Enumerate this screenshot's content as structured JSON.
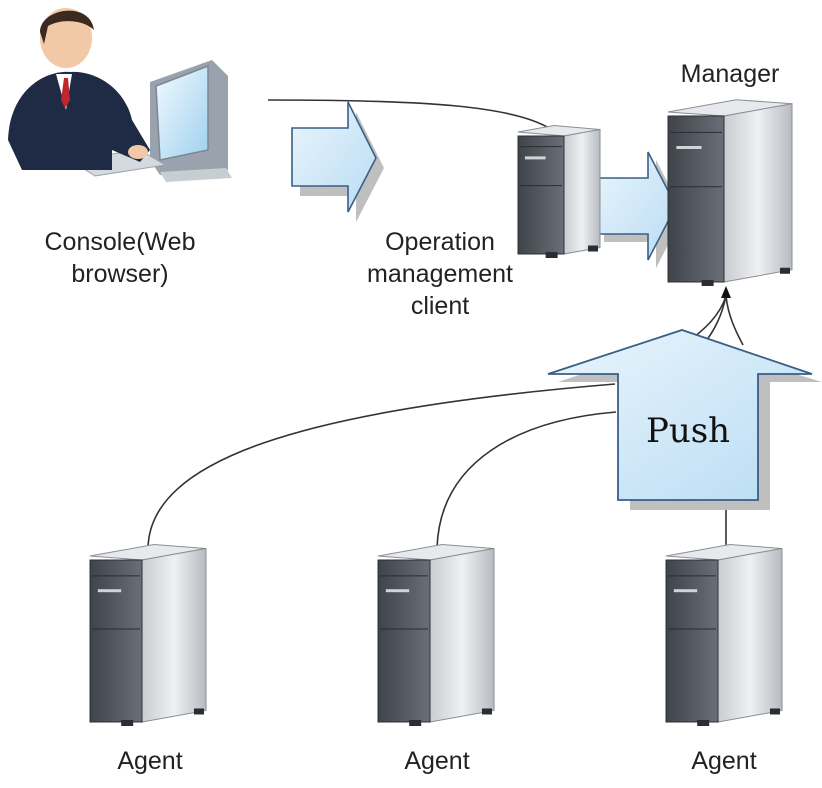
{
  "labels": {
    "console": [
      "Console(Web",
      "browser)"
    ],
    "client": [
      "Operation",
      "management",
      "client"
    ],
    "manager": "Manager",
    "push": "Push",
    "agents": [
      "Agent",
      "Agent",
      "Agent"
    ]
  },
  "colors": {
    "arrow_fill": "#cfe6f7",
    "arrow_stroke": "#3a5f86",
    "server_light": "#dcdfe2",
    "server_dark": "#5b5f66",
    "line": "#333333"
  }
}
